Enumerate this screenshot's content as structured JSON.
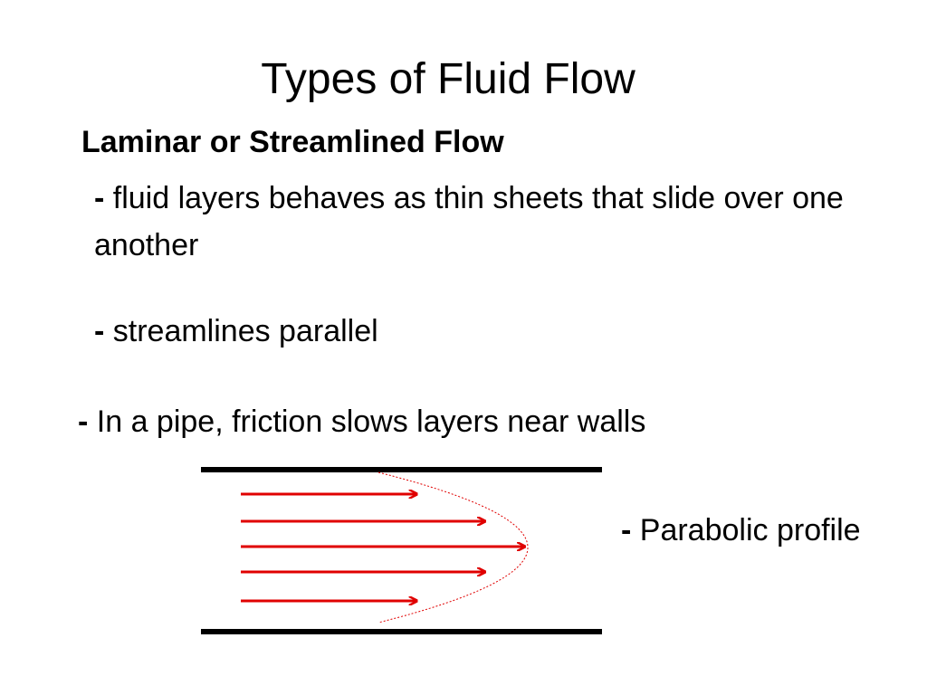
{
  "slide": {
    "title": "Types of Fluid Flow",
    "subheading": "Laminar or Streamlined  Flow",
    "bullets": [
      {
        "dash": "-",
        "text": " fluid layers behaves as thin sheets that slide over one another"
      },
      {
        "dash": "-",
        "text": " streamlines parallel"
      },
      {
        "dash": "-",
        "text": "  In a pipe, friction slows layers near walls"
      },
      {
        "dash": "-",
        "text": "  Parabolic profile"
      }
    ]
  },
  "diagram": {
    "arrow_color": "#e00000",
    "wall_color": "#000000",
    "velocity_profile": [
      0.62,
      0.86,
      1.0,
      0.86,
      0.62
    ]
  }
}
